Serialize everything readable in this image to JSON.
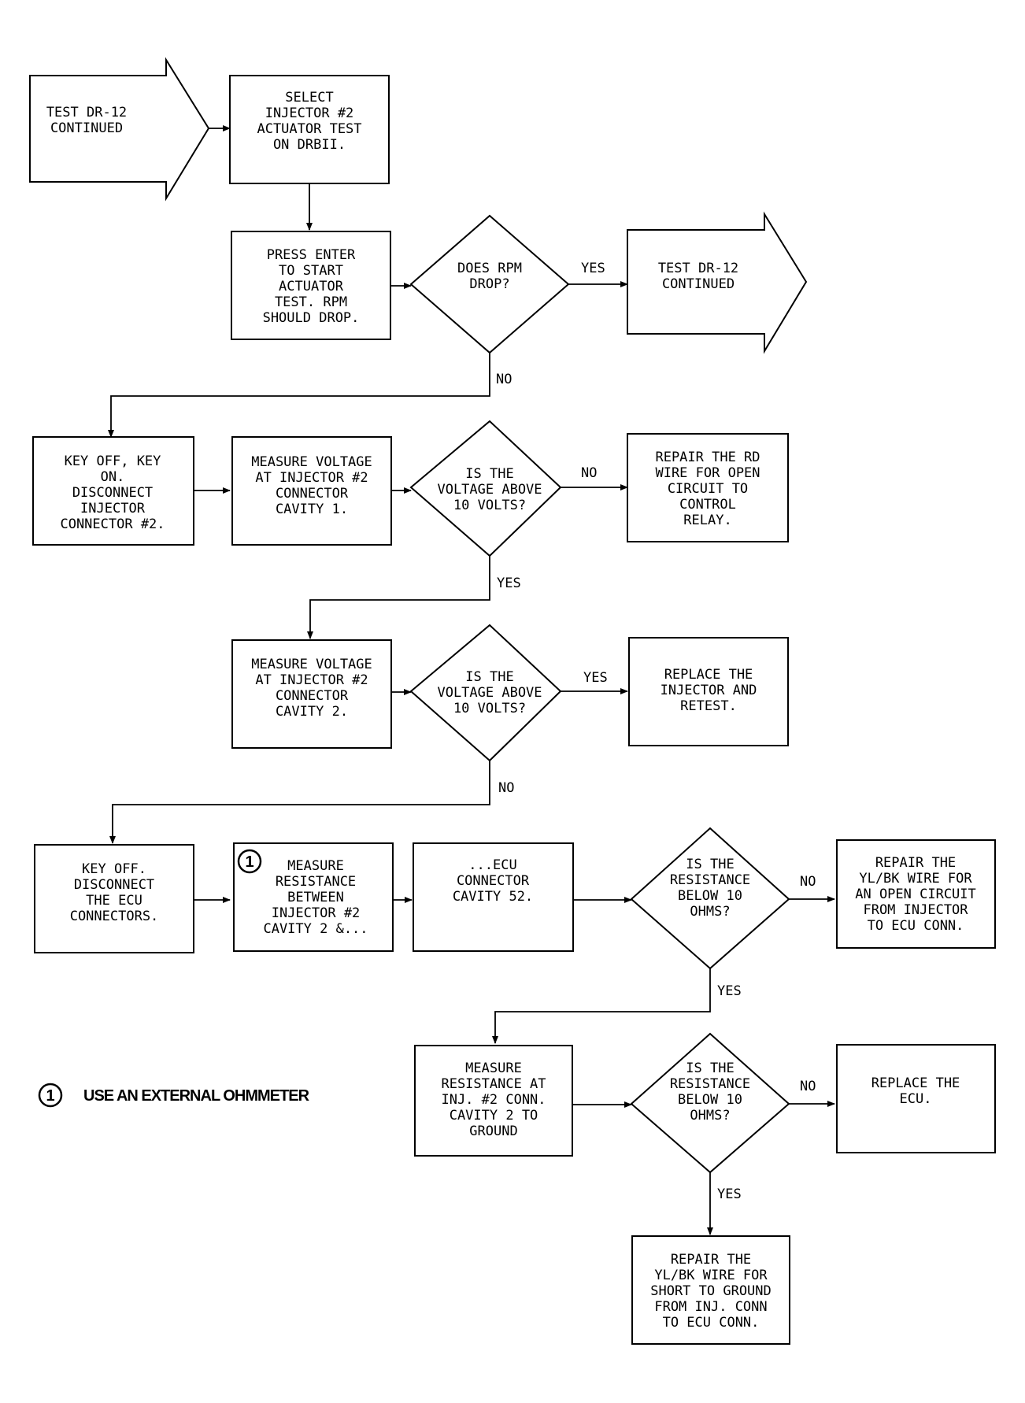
{
  "nodes": {
    "start_arrow": [
      "TEST DR-12",
      "CONTINUED"
    ],
    "select_injector": [
      "SELECT",
      "INJECTOR #2",
      "ACTUATOR TEST",
      "ON DRBII."
    ],
    "press_enter": [
      "PRESS ENTER",
      "TO START",
      "ACTUATOR",
      "TEST. RPM",
      "SHOULD DROP."
    ],
    "does_rpm_drop": [
      "DOES RPM",
      "DROP?"
    ],
    "continued_arrow": [
      "TEST DR-12",
      "CONTINUED"
    ],
    "key_off_on": [
      "KEY OFF, KEY",
      "ON.",
      "DISCONNECT",
      "INJECTOR",
      "CONNECTOR #2."
    ],
    "measure_cavity1": [
      "MEASURE VOLTAGE",
      "AT INJECTOR #2",
      "CONNECTOR",
      "CAVITY 1."
    ],
    "is_voltage_1": [
      "IS THE",
      "VOLTAGE ABOVE",
      "10 VOLTS?"
    ],
    "repair_rd": [
      "REPAIR THE RD",
      "WIRE FOR OPEN",
      "CIRCUIT TO",
      "CONTROL",
      "RELAY."
    ],
    "measure_cavity2": [
      "MEASURE VOLTAGE",
      "AT INJECTOR #2",
      "CONNECTOR",
      "CAVITY 2."
    ],
    "is_voltage_2": [
      "IS THE",
      "VOLTAGE ABOVE",
      "10 VOLTS?"
    ],
    "replace_injector": [
      "REPLACE THE",
      "INJECTOR AND",
      "RETEST."
    ],
    "key_off_disconnect": [
      "KEY OFF.",
      "DISCONNECT",
      "THE ECU",
      "CONNECTORS."
    ],
    "measure_resistance": [
      "MEASURE",
      "RESISTANCE",
      "BETWEEN",
      "INJECTOR #2",
      "CAVITY 2 &..."
    ],
    "ecu_cavity": [
      "...ECU",
      "CONNECTOR",
      "CAVITY 52."
    ],
    "is_resistance_1": [
      "IS THE",
      "RESISTANCE",
      "BELOW 10",
      "OHMS?"
    ],
    "repair_ylbk_open": [
      "REPAIR THE",
      "YL/BK WIRE FOR",
      "AN OPEN CIRCUIT",
      "FROM INJECTOR",
      "TO ECU CONN."
    ],
    "measure_ground": [
      "MEASURE",
      "RESISTANCE AT",
      "INJ. #2 CONN.",
      "CAVITY 2 TO",
      "GROUND"
    ],
    "is_resistance_2": [
      "IS THE",
      "RESISTANCE",
      "BELOW 10",
      "OHMS?"
    ],
    "replace_ecu": [
      "REPLACE THE",
      "ECU."
    ],
    "repair_ylbk_short": [
      "REPAIR THE",
      "YL/BK WIRE FOR",
      "SHORT TO GROUND",
      "FROM INJ. CONN",
      "TO ECU CONN."
    ]
  },
  "edge_labels": {
    "rpm_yes": "YES",
    "rpm_no": "NO",
    "v1_no": "NO",
    "v1_yes": "YES",
    "v2_yes": "YES",
    "v2_no": "NO",
    "r1_no": "NO",
    "r1_yes": "YES",
    "r2_no": "NO",
    "r2_yes": "YES"
  },
  "footnote": {
    "marker": "1",
    "text": "USE AN EXTERNAL OHMMETER"
  }
}
